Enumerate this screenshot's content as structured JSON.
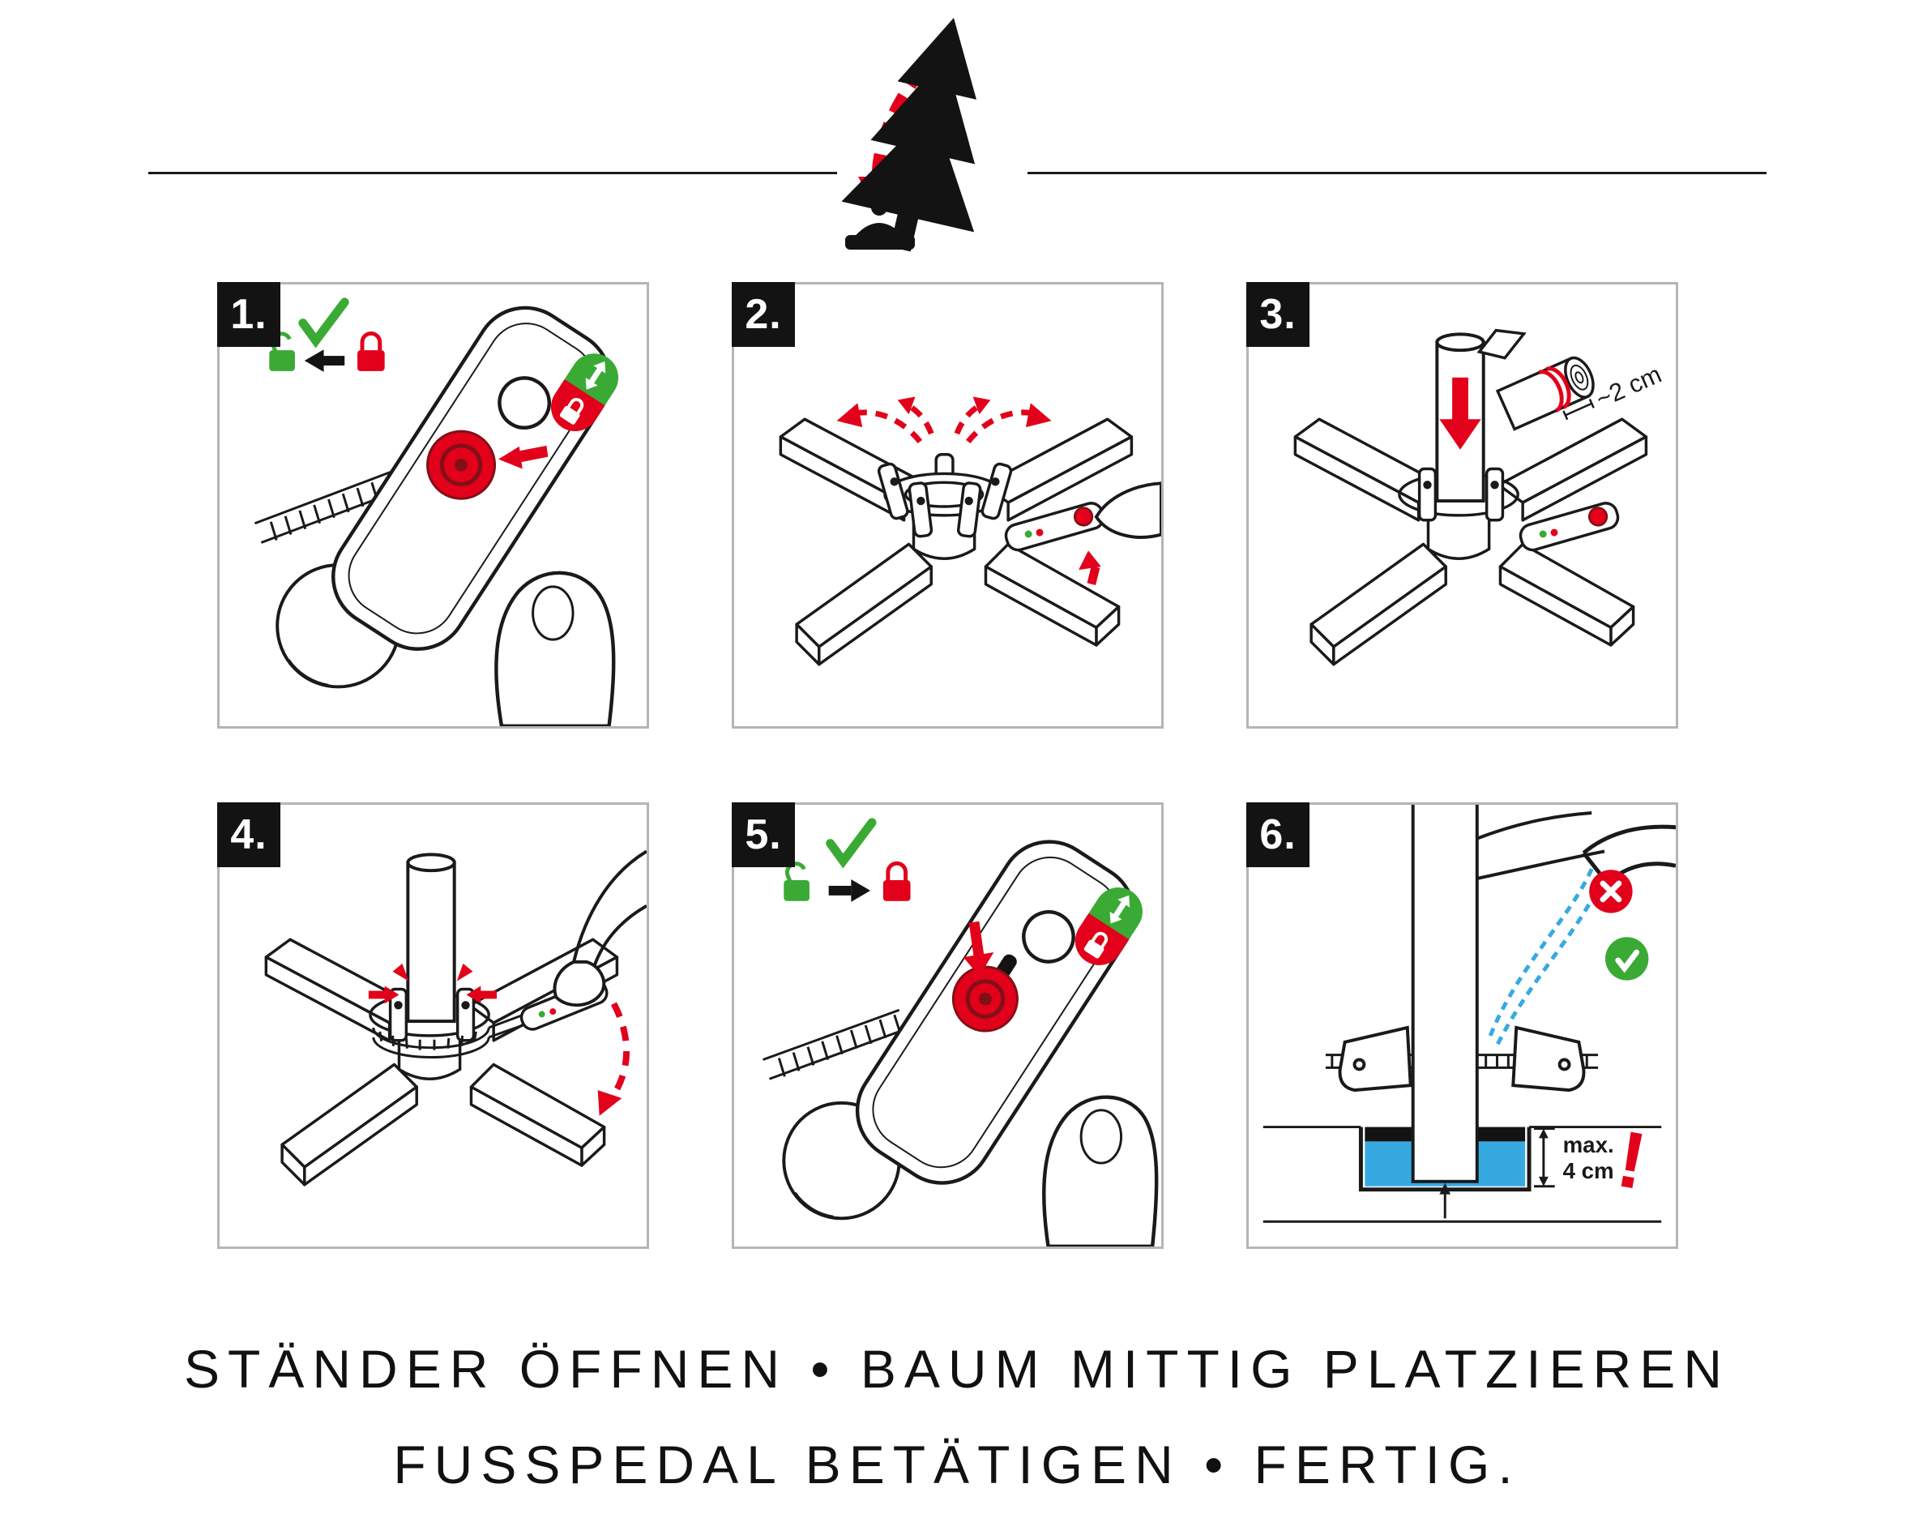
{
  "colors": {
    "red": "#e2001a",
    "green": "#3aaa35",
    "blue": "#36a9e1",
    "line": "#1a1a1a",
    "panel_border": "#b5b5b5"
  },
  "steps": [
    {
      "number": "1."
    },
    {
      "number": "2."
    },
    {
      "number": "3.",
      "annotation": "~2 cm"
    },
    {
      "number": "4."
    },
    {
      "number": "5."
    },
    {
      "number": "6.",
      "annotation_max": "max.",
      "annotation_value": "4 cm",
      "warning": "!"
    }
  ],
  "footer": {
    "line1": "STÄNDER ÖFFNEN • BAUM MITTIG PLATZIEREN",
    "line2": "FUSSPEDAL BETÄTIGEN • FERTIG."
  }
}
